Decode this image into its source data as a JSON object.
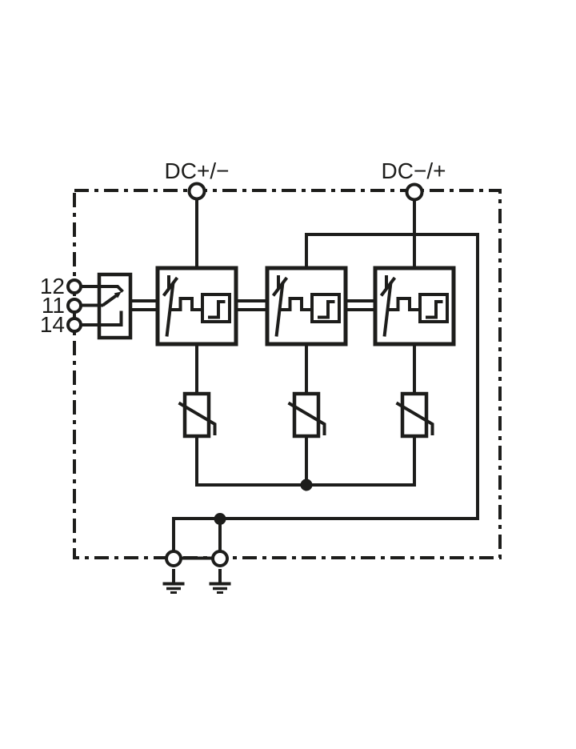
{
  "meta": {
    "background": "#ffffff",
    "line_color": "#1d1d1b"
  },
  "labels": {
    "terminal_dc_left": "DC+/−",
    "terminal_dc_right": "DC−/+",
    "remote_contact_top": "12",
    "remote_contact_mid": "11",
    "remote_contact_bottom": "14"
  },
  "symbols": {
    "enclosure": "dashed-outline-enclosure",
    "spd_module": "disconnector-with-monitoring-icon",
    "spd_module_count": 3,
    "varistor": "varistor-icon",
    "varistor_count": 3,
    "remote_contact": "changeover-switch-icon",
    "earth": "earth-ground-icon",
    "earth_count": 2,
    "terminal": "circle-terminal-icon"
  }
}
